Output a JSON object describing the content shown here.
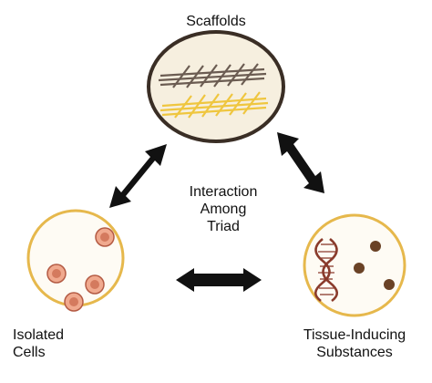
{
  "labels": {
    "scaffolds": "Scaffolds",
    "center": [
      "Interaction",
      "Among",
      "Triad"
    ],
    "cells": [
      "Isolated",
      "Cells"
    ],
    "substances": [
      "Tissue-Inducing",
      "Substances"
    ]
  },
  "colors": {
    "circle_stroke_dark": "#3a2e25",
    "circle_stroke_gold": "#e6b84c",
    "scaffold_fill": "#f6efdf",
    "circle_fill": "#fefbf4",
    "mesh_dark": "#6b5c52",
    "mesh_gold": "#efc63f",
    "cell_fill": "#f0a98e",
    "cell_stroke": "#b45b44",
    "nucleus": "#d47a5e",
    "dna": "#8a3b2c",
    "bead": "#6a4226",
    "arrow": "#111111"
  },
  "icons": [
    "scaffold-mesh-icon",
    "cell-icon",
    "dna-helix-icon",
    "growth-factor-bead-icon",
    "double-arrow-icon"
  ]
}
